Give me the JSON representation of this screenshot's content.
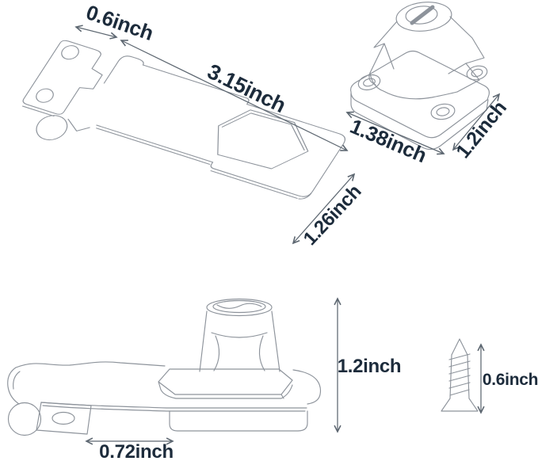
{
  "page": {
    "type": "product-dimension-diagram",
    "background": "#ffffff"
  },
  "colors": {
    "outline": "#8d939b",
    "dimension_line": "#5d6771",
    "label_text": "#1c2b3b"
  },
  "labels": {
    "hasp_gap": "0.6inch",
    "hasp_length": "3.15inch",
    "hasp_width": "1.26inch",
    "base_width": "1.38inch",
    "base_depth": "1.2inch",
    "assembly_height": "1.2inch",
    "staple_length": "0.72inch",
    "screw_length": "0.6inch"
  },
  "icons": {
    "hasp_plate": "hasp-plate-line-drawing",
    "lock_base": "twist-knob-base-line-drawing",
    "assembled_latch": "assembled-latch-side-view-line-drawing",
    "screw": "mounting-screw-line-drawing"
  }
}
